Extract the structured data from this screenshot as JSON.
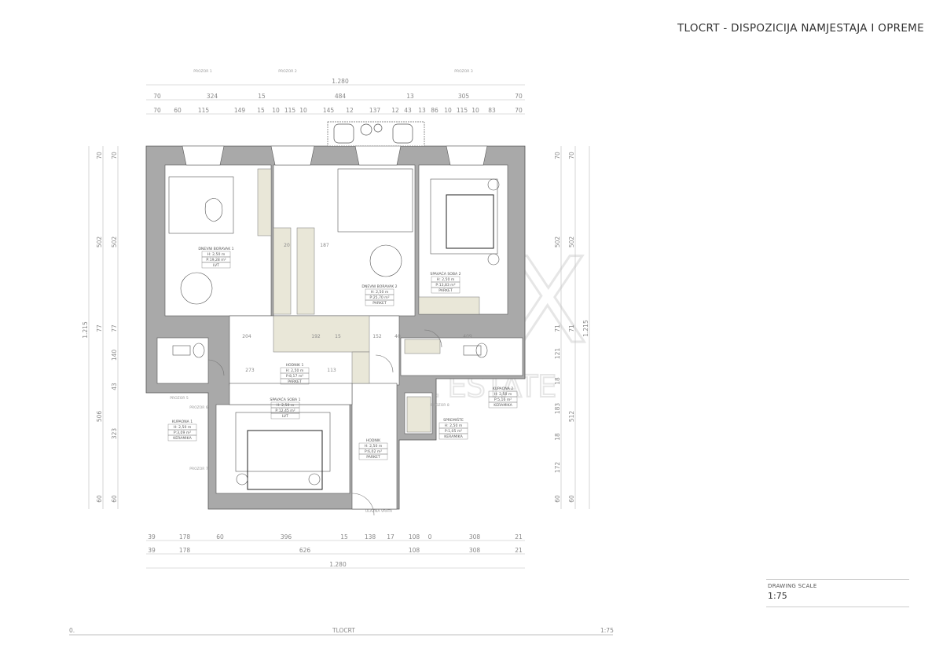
{
  "title": "TLOCRT - DISPOZICIJA NAMJESTAJA I OPREME",
  "drawing_scale": {
    "label": "DRAWING SCALE",
    "value": "1:75"
  },
  "scale_bar": {
    "start": "0.",
    "center": "TLOCRT",
    "end": "1:75"
  },
  "watermark": "DUX REAL ESTATE",
  "colors": {
    "wall": "#a9a9a9",
    "joinery": "#e9e7d8",
    "line": "#444444",
    "dimension": "#888888"
  },
  "dimensions": {
    "top_total": "1.280",
    "top_row2": [
      "70",
      "324",
      "15",
      "484",
      "13",
      "305",
      "70"
    ],
    "top_row3": [
      "70",
      "60",
      "115",
      "149",
      "15",
      "10",
      "115",
      "10",
      "145",
      "12",
      "137",
      "12",
      "43",
      "13",
      "86",
      "10",
      "115",
      "10",
      "83",
      "70"
    ],
    "bottom_row1": [
      "39",
      "178",
      "60",
      "396",
      "15",
      "138",
      "17",
      "108",
      "0",
      "308",
      "21"
    ],
    "bottom_row2": [
      "39",
      "178",
      "626",
      "108",
      "308",
      "21"
    ],
    "bottom_total": "1.280",
    "left_total": "1.215",
    "left_row2": [
      "70",
      "502",
      "77",
      "506",
      "60"
    ],
    "left_row3": [
      "70",
      "502",
      "77",
      "140",
      "43",
      "323",
      "60"
    ],
    "right_row1": [
      "70",
      "502",
      "71",
      "121",
      "18",
      "183",
      "18",
      "172",
      "60"
    ],
    "right_row2": [
      "70",
      "502",
      "71",
      "512",
      "60"
    ],
    "right_total": "1.215",
    "inner": [
      "20",
      "187",
      "204",
      "192",
      "15",
      "152",
      "40",
      "409",
      "273",
      "113"
    ]
  },
  "openings": [
    "PROZOR 1",
    "PROZOR 2",
    "PROZOR 3",
    "PROZOR 5",
    "PROZOR 6",
    "PROZOR 7",
    "PROZOR 8",
    "ULAZNA VRATA"
  ],
  "rooms": [
    {
      "name": "DNEVNI BORAVAK 1",
      "height": "H: 2,50 m",
      "area": "P:19,28 m²",
      "floor": "LVT"
    },
    {
      "name": "DNEVNI BORAVAK 2",
      "height": "H: 2,50 m",
      "area": "P:25,70 m²",
      "floor": "PARKET"
    },
    {
      "name": "SPAVAĆA SOBA 2",
      "height": "H: 2,50 m",
      "area": "P:13,83 m²",
      "floor": "PARKET"
    },
    {
      "name": "HODNIK 1",
      "height": "H: 2,50 m",
      "area": "P:8,17 m²",
      "floor": "PARKET"
    },
    {
      "name": "SPAVAĆA SOBA 1",
      "height": "H: 2,50 m",
      "area": "P:12,45 m²",
      "floor": "LVT"
    },
    {
      "name": "KUPAONA 1",
      "height": "H: 2,50 m",
      "area": "P:3,09 m²",
      "floor": "KERAMIKA"
    },
    {
      "name": "HODNIK",
      "height": "H: 2,50 m",
      "area": "P:6,02 m²",
      "floor": "PARKET"
    },
    {
      "name": "KUPAONA 2",
      "height": "H: 2,50 m",
      "area": "P:5,16 m²",
      "floor": "KERAMIKA"
    },
    {
      "name": "SPREMIŠTE",
      "height": "H: 2,50 m",
      "area": "P:1,05 m²",
      "floor": "KERAMIKA"
    }
  ]
}
